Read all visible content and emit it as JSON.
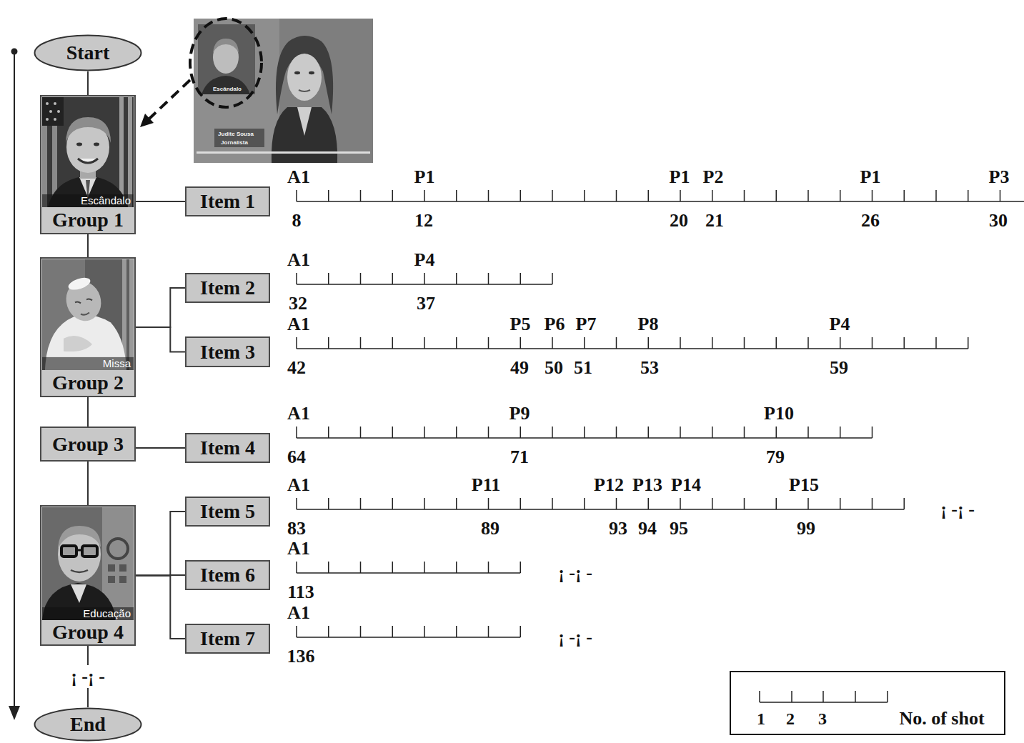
{
  "diagram": {
    "nodes": [
      {
        "text": [
          "Start"
        ]
      },
      {
        "text": [
          "Escândalo",
          "Group 1"
        ]
      },
      {
        "text": [
          "Item 1"
        ]
      },
      {
        "text": [
          "Missa",
          "Group 2"
        ]
      },
      {
        "text": [
          "Item 2"
        ]
      },
      {
        "text": [
          "Item 3"
        ]
      },
      {
        "text": [
          "Group 3"
        ]
      },
      {
        "text": [
          "Item 4"
        ]
      },
      {
        "text": [
          "Educação",
          "Group 4"
        ]
      },
      {
        "text": [
          "Item 5"
        ]
      },
      {
        "text": [
          "Item 6"
        ]
      },
      {
        "text": [
          "Item 7"
        ]
      },
      {
        "text": [
          "End"
        ]
      }
    ],
    "edges": [
      {
        "from": 0,
        "to": 1,
        "arrow": "none"
      },
      {
        "from": 1,
        "to": 2,
        "arrow": "none"
      },
      {
        "from": 1,
        "to": 3,
        "arrow": "none"
      },
      {
        "from": 3,
        "to": 4,
        "arrow": "none"
      },
      {
        "from": 3,
        "to": 5,
        "arrow": "none"
      },
      {
        "from": 3,
        "to": 6,
        "arrow": "none"
      },
      {
        "from": 6,
        "to": 7,
        "arrow": "none"
      },
      {
        "from": 6,
        "to": 8,
        "arrow": "none"
      },
      {
        "from": 8,
        "to": 9,
        "arrow": "none"
      },
      {
        "from": 8,
        "to": 10,
        "arrow": "none"
      },
      {
        "from": 8,
        "to": 11,
        "arrow": "none"
      },
      {
        "from": 8,
        "to": 12,
        "label": "¡ -¡ -",
        "arrow": "none"
      }
    ],
    "labels": [
      "Escândalo",
      "Judite Sousa",
      "Jornalista",
      "A1",
      "P1",
      "P1",
      "P2",
      "P1",
      "P3",
      "8",
      "12",
      "20",
      "21",
      "26",
      "30",
      "A1",
      "P4",
      "32",
      "37",
      "A1",
      "P5",
      "P6",
      "P7",
      "P8",
      "P4",
      "42",
      "49",
      "50",
      "51",
      "53",
      "59",
      "A1",
      "P9",
      "P10",
      "64",
      "71",
      "79",
      "A1",
      "P11",
      "P12",
      "P13",
      "P14",
      "P15",
      "83",
      "89",
      "93",
      "94",
      "95",
      "99",
      "¡ -¡ -",
      "A1",
      "113",
      "¡ -¡ -",
      "A1",
      "136",
      "¡ -¡ -",
      "1",
      "2",
      "3"
    ],
    "legend": [
      {
        "text": "No. of shot"
      }
    ]
  }
}
